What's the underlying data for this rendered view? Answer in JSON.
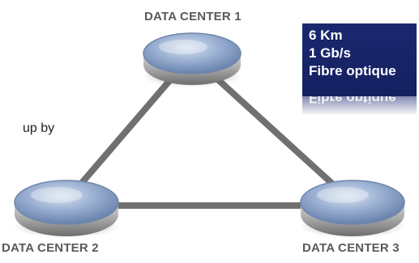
{
  "data_centers": {
    "dc1": "DATA CENTER 1",
    "dc2": "DATA CENTER 2",
    "dc3": "DATA CENTER 3"
  },
  "partial_text": "up by",
  "link_info": {
    "distance": "6 Km",
    "bandwidth": "1 Gb/s",
    "medium": "Fibre optique"
  },
  "colors": {
    "link": "#6e6e6e",
    "info_box": "#1b2870",
    "disc_top": "#8fa6c9",
    "disc_rim": "#a9a9a9"
  }
}
